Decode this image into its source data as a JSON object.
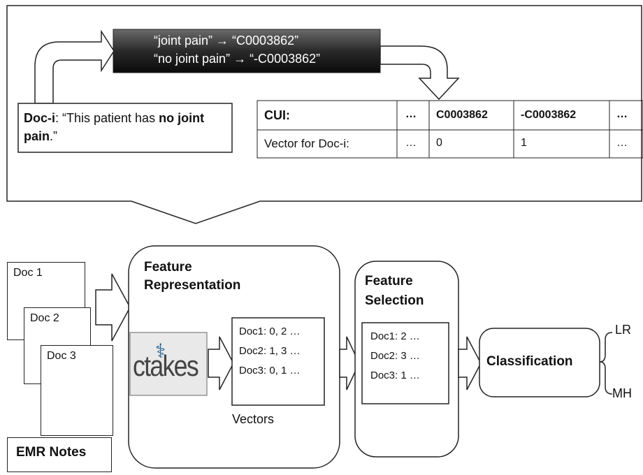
{
  "top_panel": {
    "mapping_line_1": "“joint pain” → “C0003862”",
    "mapping_line_2": "“no joint pain” → “-C0003862”",
    "doc_example_label": "Doc-i",
    "doc_example_text_before": ": “This patient has ",
    "doc_example_bold_1": "no",
    "doc_example_bold_2": "joint pain",
    "doc_example_text_after": ".”",
    "table": {
      "row1": [
        "CUI:",
        "…",
        "C0003862",
        "-C0003862",
        "…"
      ],
      "row2": [
        "Vector for Doc-i:",
        "…",
        "0",
        "1",
        "…"
      ]
    }
  },
  "docs": {
    "doc1": "Doc 1",
    "doc2": "Doc 2",
    "doc3": "Doc 3",
    "label": "EMR Notes"
  },
  "feature_representation": {
    "title_line_1": "Feature",
    "title_line_2": "Representation",
    "logo_text": "ctakes",
    "vectors": [
      "Doc1: 0, 2 …",
      "Doc2: 1, 3 …",
      "Doc3: 0, 1 …"
    ],
    "vectors_label": "Vectors"
  },
  "feature_selection": {
    "title_line_1": "Feature",
    "title_line_2": "Selection",
    "rows": [
      "Doc1:  2 …",
      "Doc2:  3 …",
      "Doc3:  1 …"
    ]
  },
  "classification": {
    "label": "Classification",
    "output_1": "LR",
    "output_2": "MH"
  }
}
